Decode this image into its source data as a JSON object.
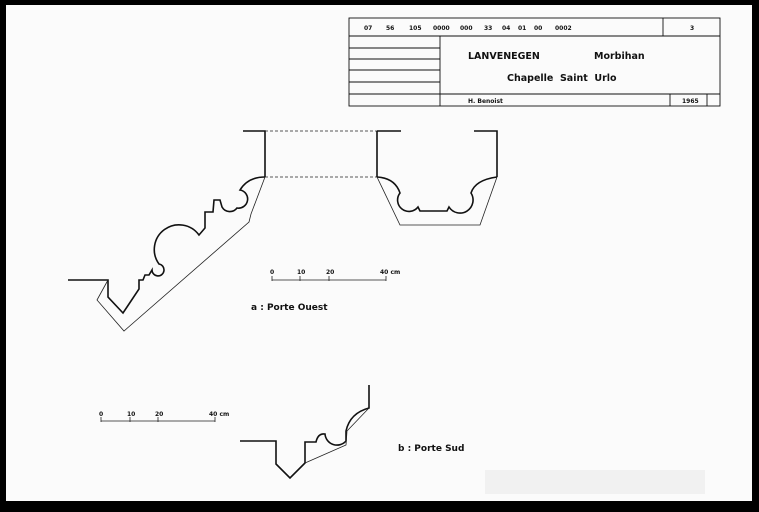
{
  "title_block": {
    "codes": [
      "07",
      "56",
      "105",
      "0000",
      "000",
      "33",
      "04",
      "01",
      "00",
      "0002"
    ],
    "sheet_number": "3",
    "commune": "LANVENEGEN",
    "department": "Morbihan",
    "building": "Chapelle  Saint  Urlo",
    "author": "H. Benoist",
    "year": "1965"
  },
  "drawing_a": {
    "label": "a : Porte Ouest",
    "scale_ticks": [
      "0",
      "10",
      "20",
      "40 cm"
    ]
  },
  "drawing_b": {
    "label": "b : Porte Sud",
    "scale_ticks": [
      "0",
      "10",
      "20",
      "40 cm"
    ]
  }
}
